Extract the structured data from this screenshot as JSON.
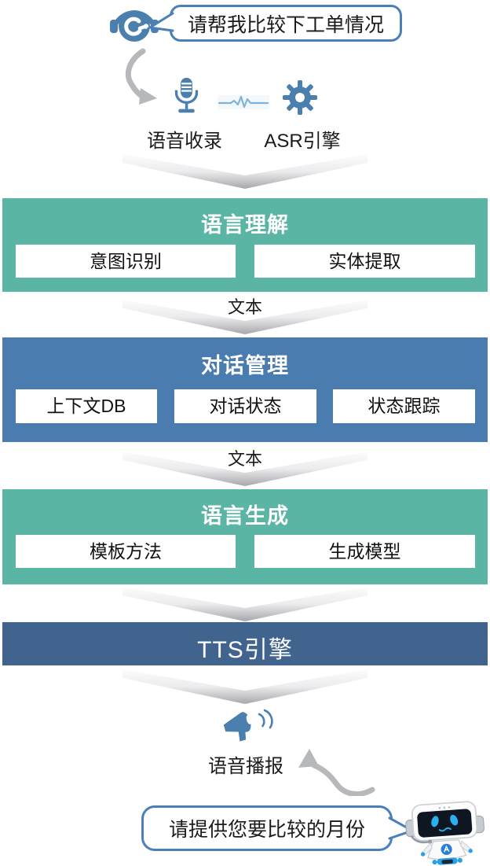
{
  "colors": {
    "stage_teal": "#5bb5a5",
    "stage_blue": "#4a7cb0",
    "stage_navy": "#41648e",
    "icon_blue": "#4a7fae",
    "arrow_gray": "#b7b8bc",
    "bubble_border": "#4a80b8",
    "waveform_blue": "#7cb4de"
  },
  "input": {
    "user_bubble_text": "请帮我比较下工单情况",
    "voice_capture_label": "语音收录",
    "asr_engine_label": "ASR引擎"
  },
  "stages": [
    {
      "title": "语言理解",
      "items": [
        "意图识别",
        "实体提取"
      ]
    },
    {
      "title": "对话管理",
      "items": [
        "上下文DB",
        "对话状态",
        "状态跟踪"
      ]
    },
    {
      "title": "语言生成",
      "items": [
        "模板方法",
        "生成模型"
      ]
    },
    {
      "title": "TTS引擎",
      "items": []
    }
  ],
  "connectors": {
    "text_label": "文本"
  },
  "output": {
    "broadcast_label": "语音播报",
    "bot_bubble_text": "请提供您要比较的月份"
  },
  "icons": {
    "top_left": "agent-headset-icon",
    "capture": "microphone-icon",
    "signal": "waveform-icon",
    "engine": "gear-icon",
    "broadcast": "megaphone-icon",
    "bot": "robot-icon"
  }
}
